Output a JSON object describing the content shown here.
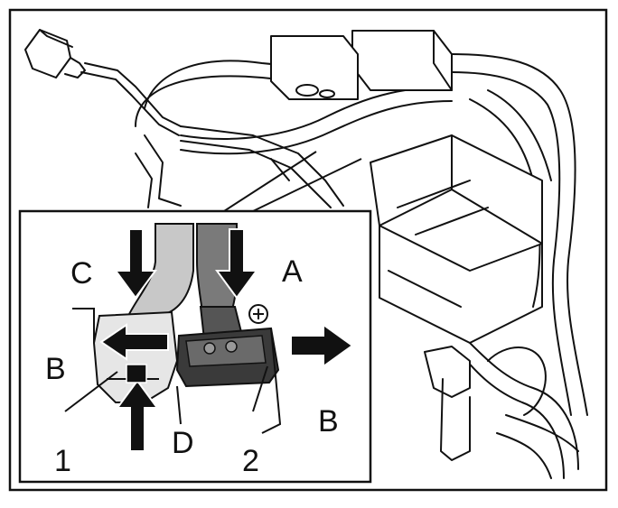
{
  "colors": {
    "line": "#111111",
    "background": "#ffffff",
    "hose_light": "#c8c8c8",
    "hose_dark": "#7a7a7a",
    "connector": "#3a3a3a",
    "arrow_fill": "#111111"
  },
  "labels": {
    "A": "A",
    "B_left": "B",
    "B_right": "B",
    "C": "C",
    "D": "D",
    "one": "1",
    "two": "2"
  },
  "icons": {
    "press_arrow": "arrow-down-icon",
    "push_arrow": "arrow-up-icon",
    "pull_arrow": "arrow-right-icon",
    "release_arrow": "arrow-left-icon"
  }
}
